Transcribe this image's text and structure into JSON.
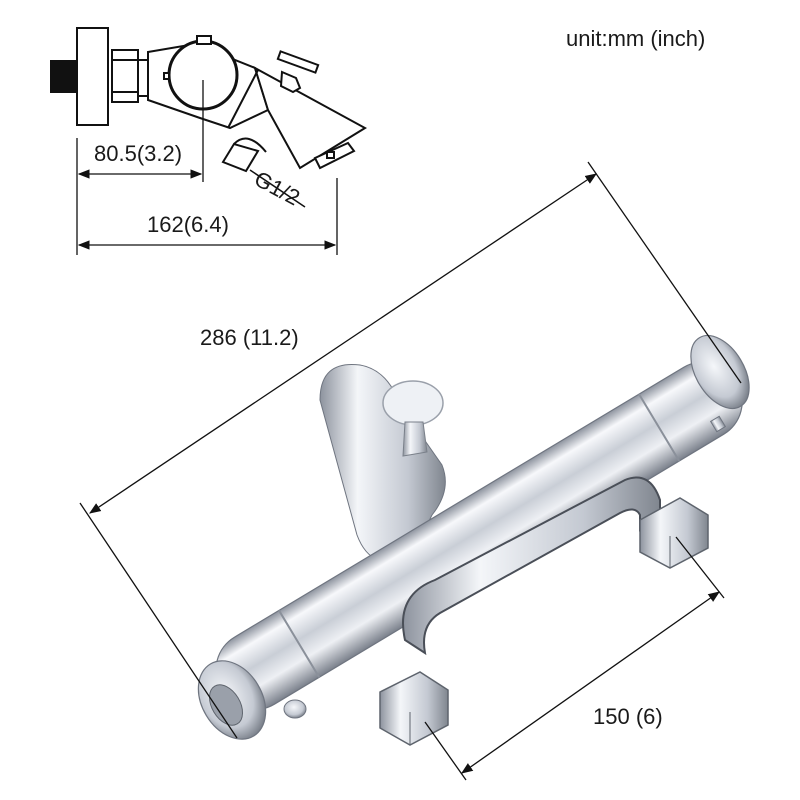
{
  "units": {
    "label": "unit:mm  (inch)"
  },
  "side_view": {
    "dim_center": "80.5(3.2)",
    "dim_depth": "162(6.4)",
    "thread_label": "G1/2"
  },
  "main_view": {
    "dim_length": "286 (11.2)",
    "dim_inlet_spacing": "150 (6)"
  },
  "colors": {
    "line": "#111111",
    "chrome_light": "#f2f4f8",
    "chrome_mid": "#c4c9d2",
    "chrome_dark": "#7d8490",
    "background": "#ffffff"
  }
}
